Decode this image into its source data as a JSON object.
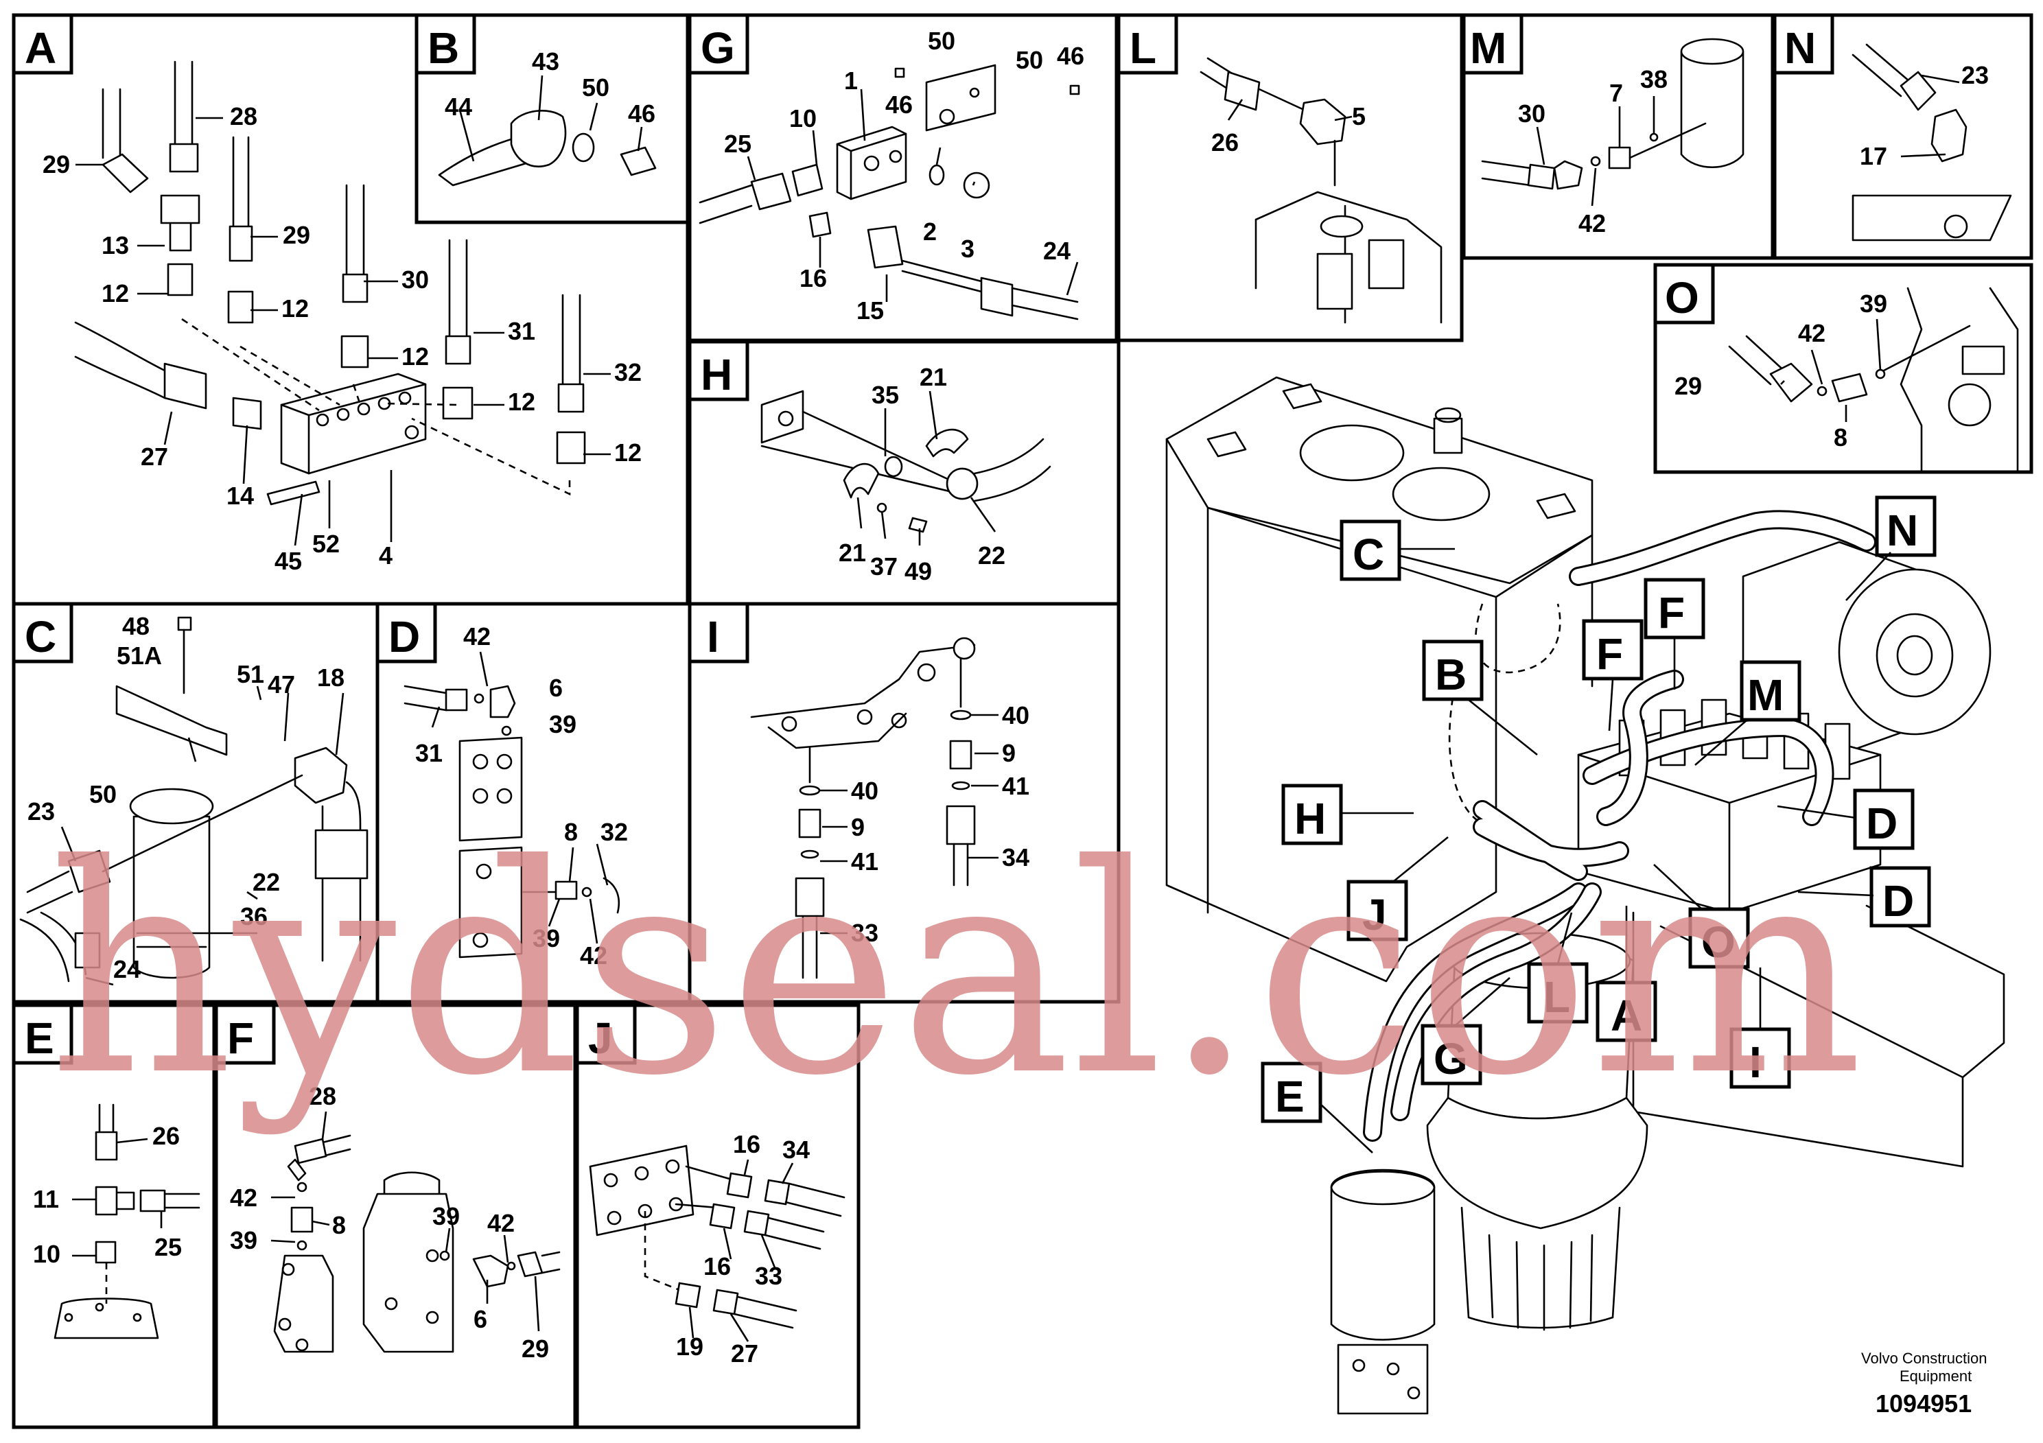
{
  "panels": {
    "A": {
      "label": "A",
      "parts": [
        "29",
        "28",
        "13",
        "29",
        "12",
        "12",
        "30",
        "12",
        "31",
        "12",
        "32",
        "12",
        "27",
        "14",
        "45",
        "52",
        "4"
      ]
    },
    "B": {
      "label": "B",
      "parts": [
        "44",
        "43",
        "50",
        "46"
      ]
    },
    "G": {
      "label": "G",
      "parts": [
        "50",
        "50",
        "46",
        "46",
        "1",
        "10",
        "25",
        "2",
        "3",
        "16",
        "15",
        "24"
      ]
    },
    "L": {
      "label": "L",
      "parts": [
        "26",
        "5"
      ]
    },
    "M": {
      "label": "M",
      "parts": [
        "30",
        "7",
        "38",
        "42"
      ]
    },
    "N": {
      "label": "N",
      "parts": [
        "23",
        "17"
      ]
    },
    "O": {
      "label": "O",
      "parts": [
        "39",
        "42",
        "29",
        "8"
      ]
    },
    "H": {
      "label": "H",
      "parts": [
        "35",
        "21",
        "21",
        "37",
        "49",
        "22"
      ]
    },
    "C": {
      "label": "C",
      "parts": [
        "48",
        "51A",
        "51",
        "47",
        "18",
        "23",
        "50",
        "22",
        "36",
        "24"
      ]
    },
    "D": {
      "label": "D",
      "parts": [
        "42",
        "6",
        "39",
        "31",
        "8",
        "32",
        "39",
        "42"
      ]
    },
    "I": {
      "label": "I",
      "parts": [
        "40",
        "9",
        "41",
        "40",
        "9",
        "41",
        "34",
        "33"
      ]
    },
    "E": {
      "label": "E",
      "parts": [
        "26",
        "11",
        "25",
        "10"
      ]
    },
    "F": {
      "label": "F",
      "parts": [
        "28",
        "42",
        "8",
        "39",
        "39",
        "42",
        "6",
        "29"
      ]
    },
    "J": {
      "label": "J",
      "parts": [
        "16",
        "34",
        "16",
        "33",
        "19",
        "27"
      ]
    }
  },
  "callouts": [
    "N",
    "C",
    "F",
    "F",
    "B",
    "M",
    "H",
    "D",
    "J",
    "D",
    "O",
    "L",
    "A",
    "G",
    "I",
    "E"
  ],
  "watermark": "hydseal.com",
  "footer": {
    "maker_line1": "Volvo Construction",
    "maker_line2": "Equipment",
    "doc_number": "1094951"
  }
}
